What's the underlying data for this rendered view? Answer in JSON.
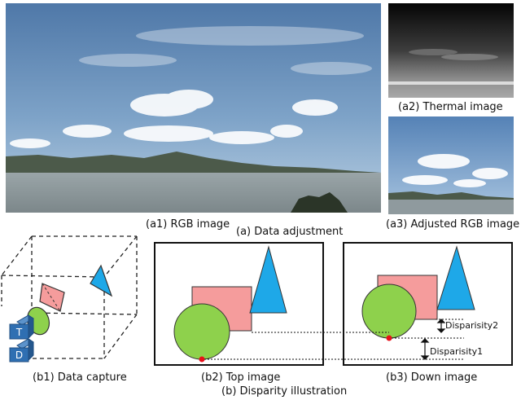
{
  "top": {
    "section_caption": "(a) Data adjustment",
    "rgb_caption": "(a1) RGB image",
    "thermal_caption": "(a2) Thermal image",
    "adjusted_caption": "(a3) Adjusted RGB image"
  },
  "bottom": {
    "section_caption": "(b) Disparity illustration",
    "capture_caption": "(b1) Data capture",
    "top_caption": "(b2) Top image",
    "down_caption": "(b3) Down image",
    "camera_t": "T",
    "camera_d": "D",
    "disparity2": "Disparisity2",
    "disparity1": "Disparisity1"
  },
  "colors": {
    "sky": "#5f88b6",
    "sea": "#8a969a",
    "shape_pink": "#f59c9c",
    "shape_green": "#8ed14c",
    "shape_blue": "#1ea8e8",
    "camera_blue": "#2f6fb2",
    "marker_red": "#e8101a"
  }
}
